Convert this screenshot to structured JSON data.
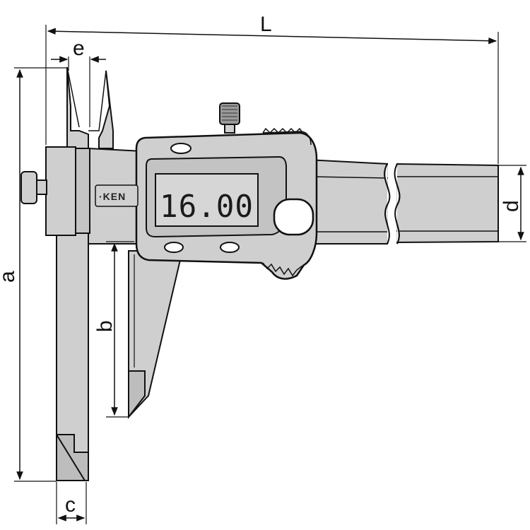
{
  "dimensions": {
    "L": "L",
    "e": "e",
    "a": "a",
    "b": "b",
    "c": "c",
    "d": "d"
  },
  "display": {
    "reading": "16.00"
  },
  "logo": {
    "text": "·KEN"
  },
  "colors": {
    "body": "#cfcfcf",
    "body_dark": "#b9b9b9",
    "lcd": "#d6d6d6",
    "outline": "#111111"
  }
}
